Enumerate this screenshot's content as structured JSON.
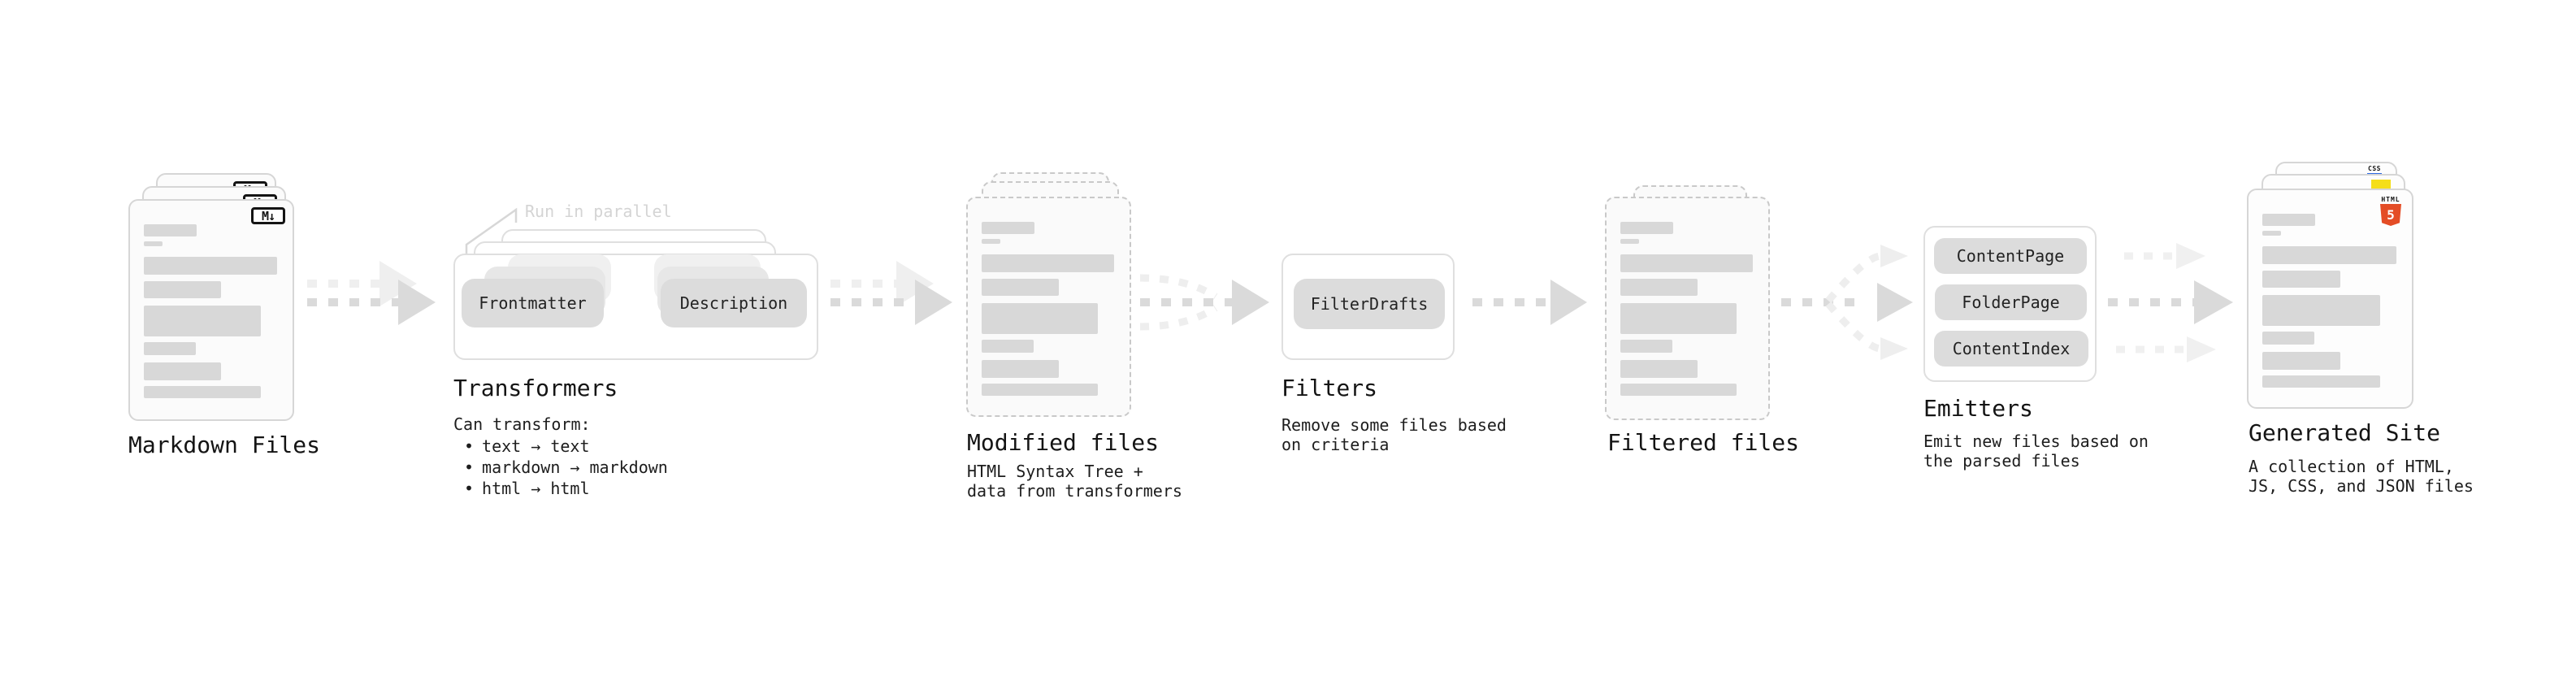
{
  "diagram": {
    "stages": {
      "markdown_files": {
        "title": "Markdown Files",
        "file_badge": "M↓"
      },
      "transformers": {
        "title": "Transformers",
        "parallel_note": "Run in parallel",
        "node_left": "Frontmatter",
        "node_right": "Description",
        "description_heading": "Can transform:",
        "bullet_char": "•",
        "bullets": [
          "text → text",
          "markdown → markdown",
          "html → html"
        ]
      },
      "modified_files": {
        "title": "Modified files",
        "subtitle": [
          "HTML Syntax Tree +",
          "data from transformers"
        ]
      },
      "filters": {
        "title": "Filters",
        "node": "FilterDrafts",
        "subtitle": [
          "Remove some files based",
          "on criteria"
        ]
      },
      "filtered_files": {
        "title": "Filtered files"
      },
      "emitters": {
        "title": "Emitters",
        "nodes": [
          "ContentPage",
          "FolderPage",
          "ContentIndex"
        ],
        "subtitle": [
          "Emit new files based on",
          "the parsed files"
        ]
      },
      "generated_site": {
        "title": "Generated Site",
        "subtitle": [
          "A collection of HTML,",
          "JS, CSS, and JSON files"
        ],
        "html5_badge_label": "HTML",
        "html5_badge_number": "5",
        "css_badge_label": "CSS"
      }
    },
    "colors": {
      "html5_orange": "#e44d26",
      "js_yellow": "#f5de19",
      "css_blue": "#2d6ae3",
      "arrow_gray": "#dadada",
      "ghost_arrow_gray": "#efefef",
      "note_gray": "#d4d4d4",
      "text": "#161616"
    }
  }
}
